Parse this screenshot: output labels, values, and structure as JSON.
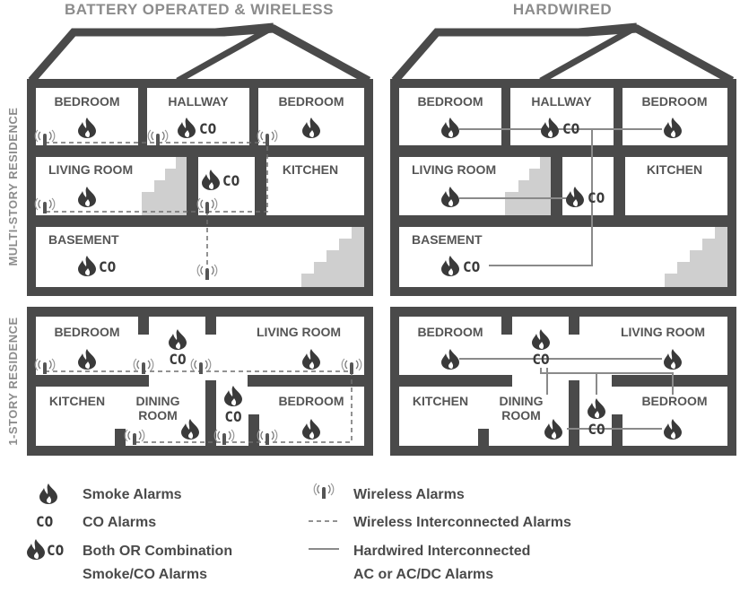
{
  "headers": {
    "battery": "BATTERY OPERATED & WIRELESS",
    "hardwired": "HARDWIRED"
  },
  "side_labels": {
    "multi": "MULTI-STORY RESIDENCE",
    "one": "1-STORY RESIDENCE"
  },
  "rooms": {
    "bedroom": "BEDROOM",
    "hallway": "HALLWAY",
    "living_room": "LIVING ROOM",
    "kitchen": "KITCHEN",
    "basement": "BASEMENT",
    "dining1": "DINING",
    "dining2": "ROOM"
  },
  "co_text": "CO",
  "legend": {
    "smoke": "Smoke Alarms",
    "co": "CO Alarms",
    "both_1": "Both OR Combination",
    "both_2": "Smoke/CO Alarms",
    "wireless": "Wireless Alarms",
    "wireless_interconnected": "Wireless Interconnected Alarms",
    "hardwired_1": "Hardwired Interconnected",
    "hardwired_2": "AC or AC/DC Alarms"
  },
  "colors": {
    "wall": "#4a4a4a",
    "stairs": "#cfcfcf",
    "header_text": "#8c8c8c",
    "room_text": "#555555",
    "wire": "#8a8a8a"
  },
  "icons": [
    "flame-icon",
    "wireless-icon",
    "co-text-icon"
  ]
}
